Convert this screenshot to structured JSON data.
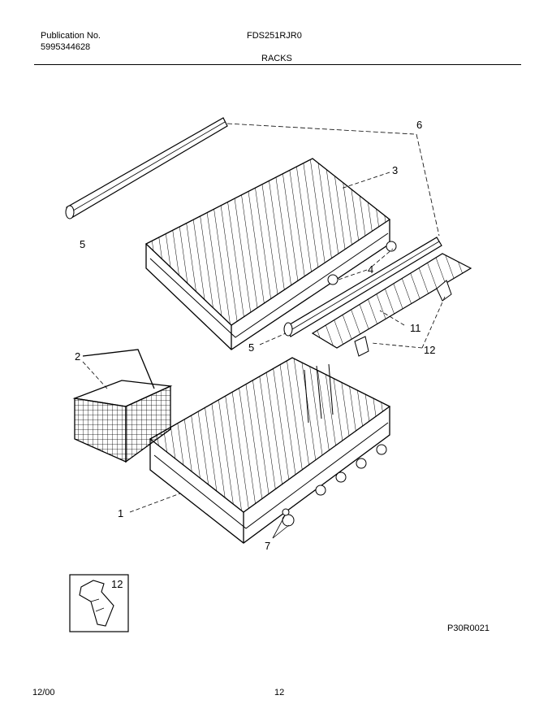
{
  "header": {
    "publication_label": "Publication No.",
    "publication_number": "5995344628",
    "model": "FDS251RJR0",
    "section": "RACKS"
  },
  "callouts": {
    "c1": "1",
    "c2": "2",
    "c3": "3",
    "c4": "4",
    "c5a": "5",
    "c5b": "5",
    "c6": "6",
    "c7": "7",
    "c11": "11",
    "c12a": "12",
    "c12b": "12"
  },
  "footer": {
    "drawing_code": "P30R0021",
    "date": "12/00",
    "page": "12"
  }
}
